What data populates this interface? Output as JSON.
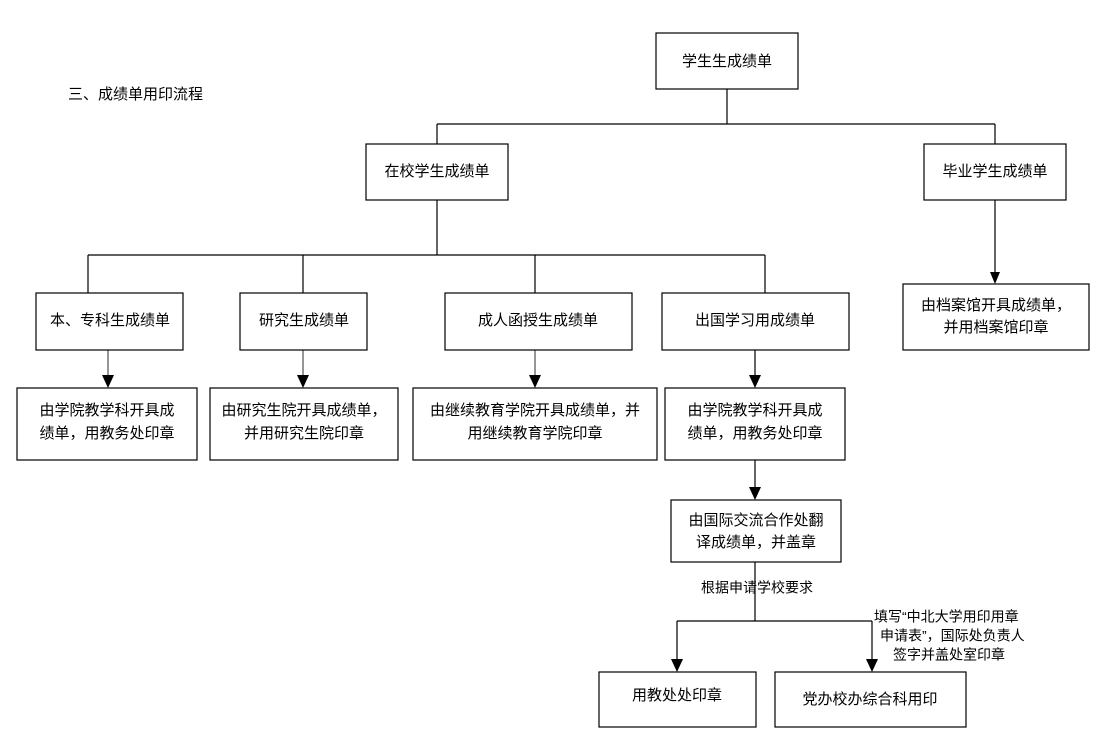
{
  "page": {
    "section_title": "三、成绩单用印流程",
    "background_color": "#ffffff",
    "line_color": "#000000",
    "gray_line_color": "#7b7b7b",
    "text_color": "#000000"
  },
  "chart_data": {
    "type": "diagram",
    "title": "三、成绩单用印流程",
    "diagram_kind": "flowchart",
    "orientation": "top-down",
    "nodes": [
      {
        "id": "n_root",
        "label": "学生生成绩单",
        "lines": [
          "学生生成绩单"
        ]
      },
      {
        "id": "n_current",
        "label": "在校学生成绩单",
        "lines": [
          "在校学生成绩单"
        ]
      },
      {
        "id": "n_graduate",
        "label": "毕业学生成绩单",
        "lines": [
          "毕业学生成绩单"
        ]
      },
      {
        "id": "n_archive",
        "label": "由档案馆开具成绩单，并用档案馆印章",
        "lines": [
          "由档案馆开具成绩单，",
          "并用档案馆印章"
        ]
      },
      {
        "id": "n_ben",
        "label": "本、专科生成绩单",
        "lines": [
          "本、专科生成绩单"
        ]
      },
      {
        "id": "n_yan",
        "label": "研究生成绩单",
        "lines": [
          "研究生成绩单"
        ]
      },
      {
        "id": "n_cheng",
        "label": "成人函授生成绩单",
        "lines": [
          "成人函授生成绩单"
        ]
      },
      {
        "id": "n_chuguo",
        "label": "出国学习用成绩单",
        "lines": [
          "出国学习用成绩单"
        ]
      },
      {
        "id": "n_ben_act",
        "label": "由学院教学科开具成绩单，用教务处印章",
        "lines": [
          "由学院教学科开具成",
          "绩单，用教务处印章"
        ]
      },
      {
        "id": "n_yan_act",
        "label": "由研究生院开具成绩单，并用研究生院印章",
        "lines": [
          "由研究生院开具成绩单，",
          "并用研究生院印章"
        ]
      },
      {
        "id": "n_cheng_act",
        "label": "由继续教育学院开具成绩单，并用继续教育学院印章",
        "lines": [
          "由继续教育学院开具成绩单，并",
          "用继续教育学院印章"
        ]
      },
      {
        "id": "n_chuguo_act",
        "label": "由学院教学科开具成绩单，用教务处印章",
        "lines": [
          "由学院教学科开具成",
          "绩单，用教务处印章"
        ]
      },
      {
        "id": "n_intl",
        "label": "由国际交流合作处翻译成绩单，并盖章",
        "lines": [
          "由国际交流合作处翻",
          "译成绩单，并盖章"
        ]
      },
      {
        "id": "n_jwc_seal",
        "label": "用教处处印章",
        "lines": [
          "用教处处印章"
        ]
      },
      {
        "id": "n_dangban",
        "label": "党办校办综合科用印",
        "lines": [
          "党办校办综合科用印"
        ]
      }
    ],
    "edge_labels": [
      {
        "id": "lbl_school_req",
        "text": "根据申请学校要求",
        "lines": [
          "根据申请学校要求"
        ]
      },
      {
        "id": "lbl_apply_form",
        "text": "填写“中北大学用印用章申请表”，国际处负责人签字并盖处室印章",
        "lines": [
          "填写“中北大学用印用章",
          "申请表”，国际处负责人",
          "签字并盖处室印章"
        ]
      }
    ],
    "edges": [
      {
        "from": "n_root",
        "to": "n_current",
        "arrow": false
      },
      {
        "from": "n_root",
        "to": "n_graduate",
        "arrow": false
      },
      {
        "from": "n_graduate",
        "to": "n_archive",
        "arrow": true
      },
      {
        "from": "n_current",
        "to": "n_ben",
        "arrow": false
      },
      {
        "from": "n_current",
        "to": "n_yan",
        "arrow": false
      },
      {
        "from": "n_current",
        "to": "n_cheng",
        "arrow": false
      },
      {
        "from": "n_current",
        "to": "n_chuguo",
        "arrow": false
      },
      {
        "from": "n_ben",
        "to": "n_ben_act",
        "arrow": true
      },
      {
        "from": "n_yan",
        "to": "n_yan_act",
        "arrow": true
      },
      {
        "from": "n_cheng",
        "to": "n_cheng_act",
        "arrow": true
      },
      {
        "from": "n_chuguo",
        "to": "n_chuguo_act",
        "arrow": true
      },
      {
        "from": "n_chuguo_act",
        "to": "n_intl",
        "arrow": true
      },
      {
        "from": "n_intl",
        "to": "n_jwc_seal",
        "arrow": true,
        "label": "lbl_school_req"
      },
      {
        "from": "n_intl",
        "to": "n_dangban",
        "arrow": true,
        "label": "lbl_apply_form"
      }
    ]
  }
}
